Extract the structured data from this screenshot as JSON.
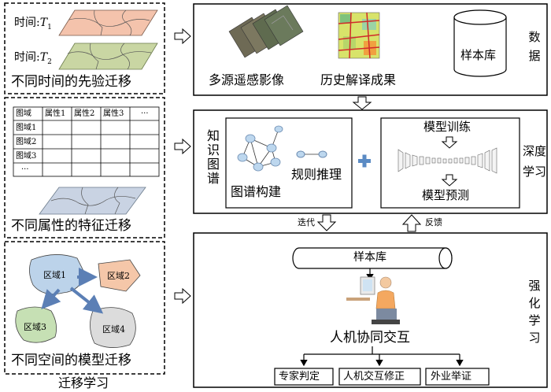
{
  "left_panel": {
    "time_label_1": "时间:",
    "time_sub_1": "T",
    "time_idx_1": "1",
    "time_label_2": "时间:",
    "time_sub_2": "T",
    "time_idx_2": "2",
    "caption_1": "不同时间的先验迁移",
    "table_header": [
      "图域",
      "属性1",
      "属性2",
      "属性3",
      "···"
    ],
    "table_rows": [
      "图域1",
      "图域2",
      "图域3",
      "···"
    ],
    "caption_2": "不同属性的特征迁移",
    "regions": [
      "区域1",
      "区域2",
      "区域3",
      "区域4"
    ],
    "caption_3": "不同空间的模型迁移",
    "bottom_title": "迁移学习"
  },
  "data_panel": {
    "label_1": "多源遥感影像",
    "label_2": "历史解译成果",
    "db_label": "样本库",
    "section": [
      "数",
      "据"
    ]
  },
  "deep_panel": {
    "kg_title": [
      "知",
      "识",
      "图",
      "谱"
    ],
    "graph_build": "图谱构建",
    "rule_reasoning": "规则推理",
    "model_training": "模型训练",
    "model_prediction": "模型预测",
    "section": [
      "深度",
      "学习"
    ]
  },
  "arrows": {
    "iterate": "迭代",
    "feedback": "反馈"
  },
  "rl_panel": {
    "db_label": "样本库",
    "hmi": "人机协同交互",
    "boxes": [
      "专家判定",
      "人机交互修正",
      "外业举证"
    ],
    "section": [
      "强",
      "化",
      "学",
      "习"
    ]
  },
  "colors": {
    "time1_fill": "#f4c3ac",
    "time2_fill": "#c9d6a3",
    "feature_fill": "#c9d3e3",
    "region1_fill": "#bcd3ea",
    "region2_fill": "#f5c7a9",
    "region3_fill": "#c6e0b4",
    "region4_fill": "#dcdcdc",
    "arrow_blue": "#5b7fb5",
    "plus_blue": "#5b8bc4",
    "node_blue": "#bdd7ee"
  }
}
